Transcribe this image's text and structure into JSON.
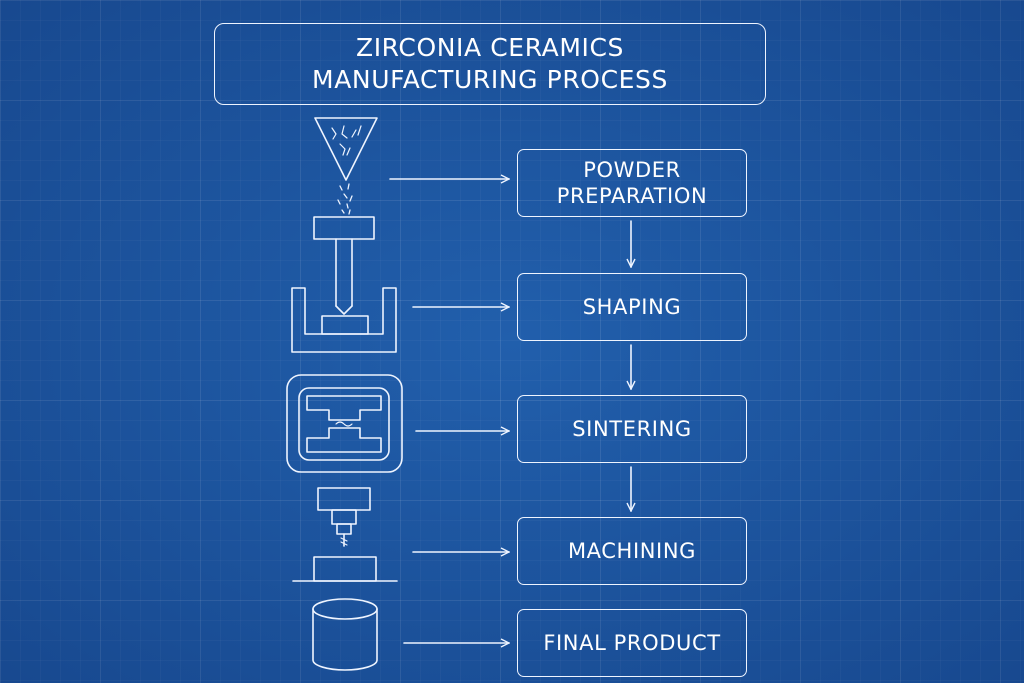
{
  "title": "ZIRCONIA CERAMICS MANUFACTURING PROCESS",
  "steps": [
    {
      "label": "POWDER PREPARATION",
      "icon": "hopper-icon"
    },
    {
      "label": "SHAPING",
      "icon": "press-mold-icon"
    },
    {
      "label": "SINTERING",
      "icon": "furnace-icon"
    },
    {
      "label": "MACHINING",
      "icon": "milling-machine-icon"
    },
    {
      "label": "FINAL PRODUCT",
      "icon": "cylinder-product-icon"
    }
  ],
  "colors": {
    "background": "#1f5aa6",
    "line": "#eef4ff"
  }
}
